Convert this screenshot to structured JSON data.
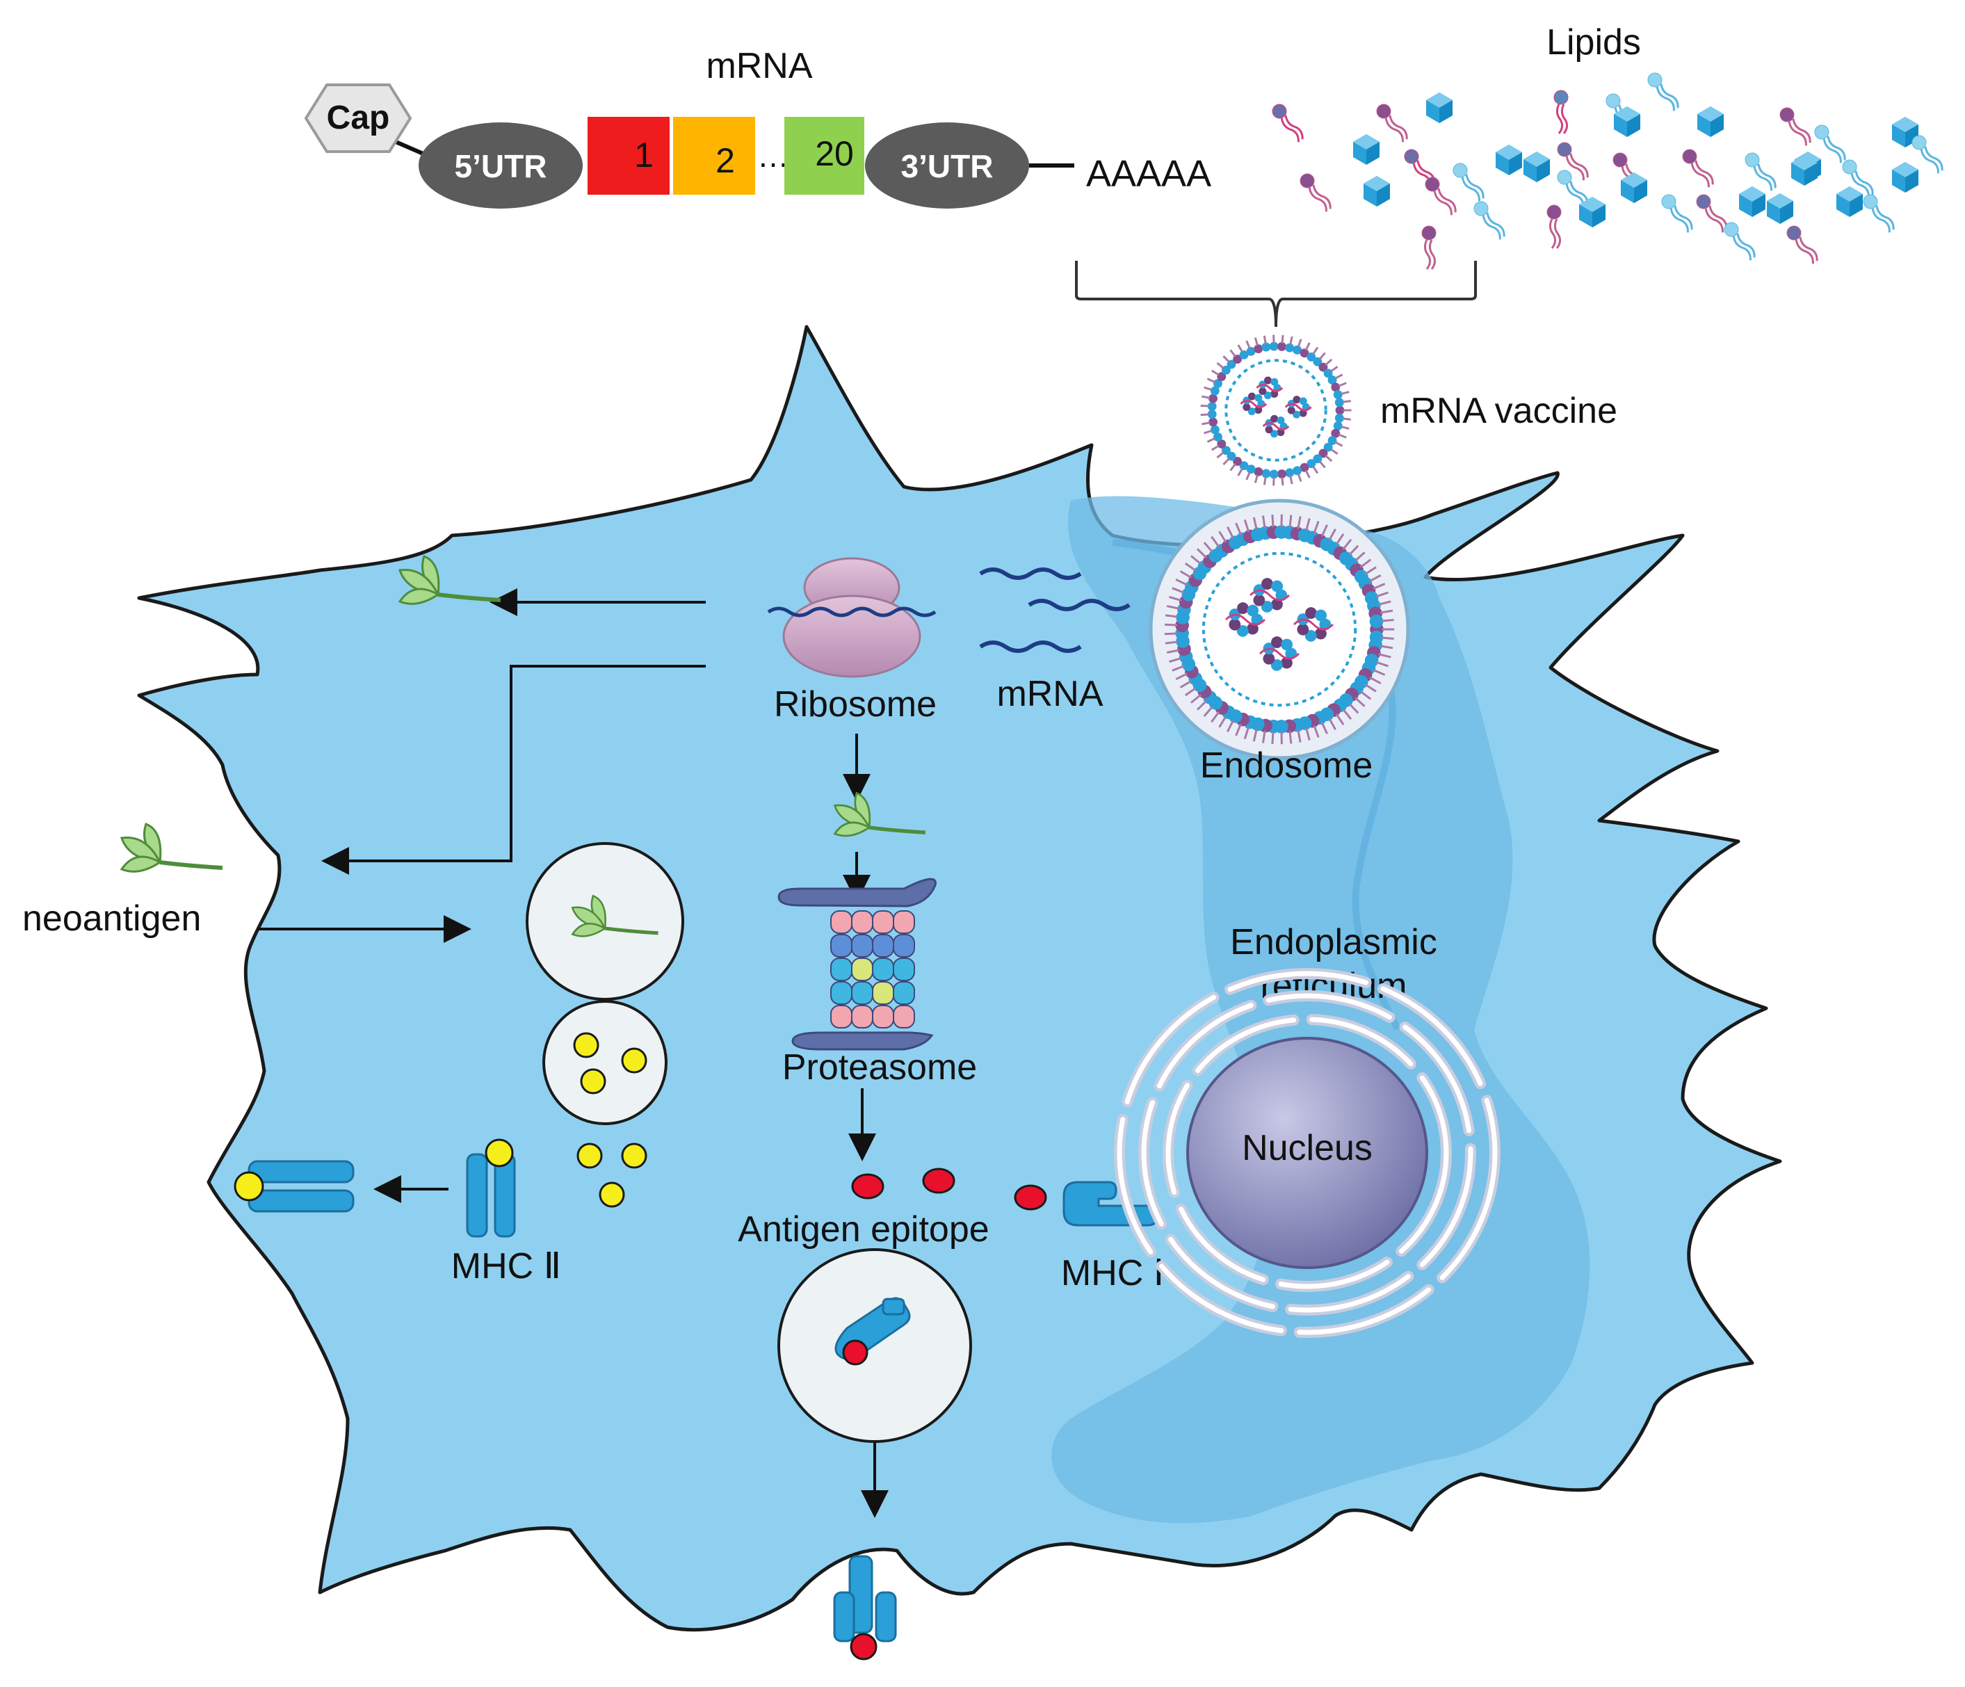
{
  "mrna_construct": {
    "title": "mRNA",
    "cap": "Cap",
    "utr5": "5’UTR",
    "seg1": "1",
    "seg2": "2",
    "seg_dots": "…",
    "seg20": "20",
    "utr3": "3’UTR",
    "polyA": "AAAAA",
    "colors": {
      "seg1": "#ee1c1c",
      "seg2": "#ffb400",
      "seg20": "#8fd14f",
      "utr": "#5b5b5b"
    }
  },
  "lipids": {
    "label": "Lipids"
  },
  "vaccine": {
    "label": "mRNA vaccine"
  },
  "cell": {
    "ribosome": "Ribosome",
    "mrna": "mRNA",
    "endosome": "Endosome",
    "neoantigen": "neoantigen",
    "proteasome": "Proteasome",
    "er_line1": "Endoplasmic",
    "er_line2": "reticulum",
    "nucleus": "Nucleus",
    "antigen_epitope": "Antigen epitope",
    "mhc1": "MHC Ⅰ",
    "mhc2": "MHC Ⅱ",
    "colors": {
      "cytoplasm": "#8fd0f0",
      "inner": "#6fbbe6",
      "mhc": "#2a9fd8",
      "epitope": "#e8102a",
      "peptide": "#f5ee1b"
    }
  }
}
